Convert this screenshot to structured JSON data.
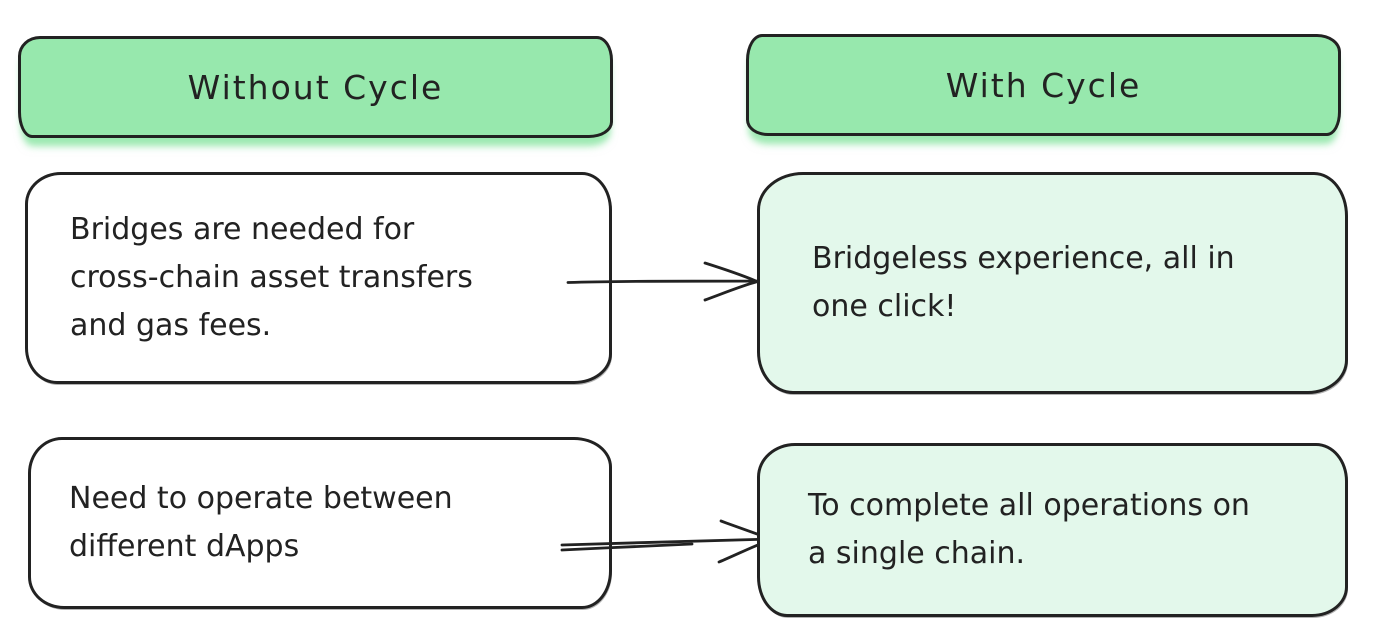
{
  "palette": {
    "header_green": "#97e8ad",
    "card_green": "#e3f8eb",
    "card_white": "#ffffff",
    "ink": "#222222",
    "background": "#ffffff"
  },
  "columns": [
    {
      "header": "Without Cycle",
      "cards": [
        {
          "text": "Bridges are needed for\ncross-chain asset transfers\nand gas fees."
        },
        {
          "text": "Need to operate between\ndifferent dApps"
        }
      ]
    },
    {
      "header": "With Cycle",
      "cards": [
        {
          "text": "Bridgeless experience, all in\none click!"
        },
        {
          "text": "To complete all operations on\na single chain."
        }
      ]
    }
  ],
  "icons": {
    "right_arrow": "→"
  }
}
